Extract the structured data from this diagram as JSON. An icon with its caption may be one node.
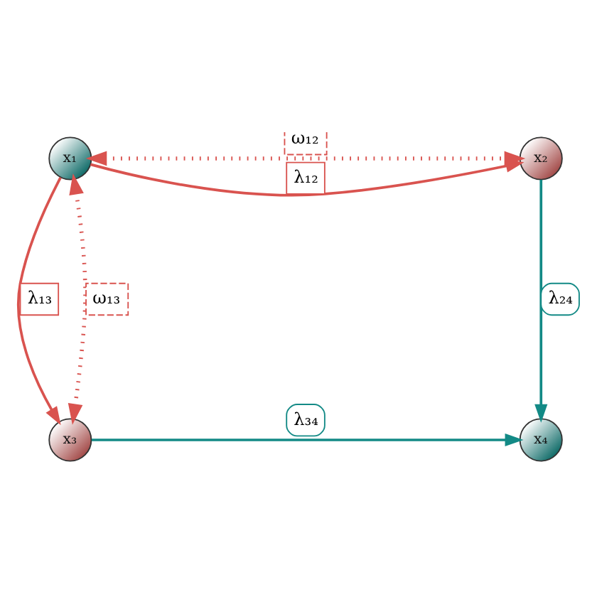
{
  "diagram": {
    "nodes": [
      {
        "text": [
          "x₁"
        ]
      },
      {
        "text": [
          "x₂"
        ]
      },
      {
        "text": [
          "x₃"
        ]
      },
      {
        "text": [
          "x₄"
        ]
      }
    ],
    "edges": [
      {
        "from": 0,
        "to": 1,
        "arrow": "to",
        "label": "λ₁₂"
      },
      {
        "from": 0,
        "to": 2,
        "arrow": "to",
        "label": "λ₁₃"
      },
      {
        "from": 1,
        "to": 3,
        "arrow": "to",
        "label": "λ₂₄",
        "color": "#138a86"
      },
      {
        "from": 2,
        "to": 3,
        "arrow": "to",
        "label": "λ₃₄",
        "color": "#138a86"
      },
      {
        "from": 0,
        "to": 1,
        "arrow": "both",
        "label": "ω₁₂",
        "style": "dashed"
      },
      {
        "from": 0,
        "to": 2,
        "arrow": "both",
        "label": "ω₁₃",
        "style": "dashed"
      }
    ]
  }
}
